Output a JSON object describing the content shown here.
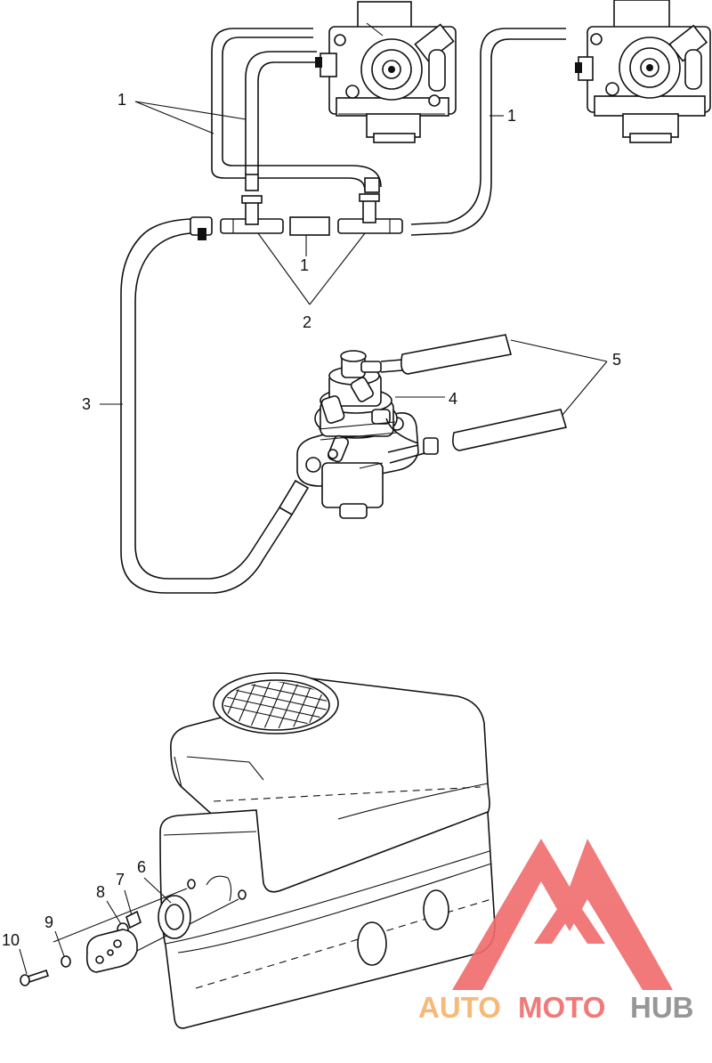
{
  "callouts": {
    "c1a": "1",
    "c1b": "1",
    "c1c": "1",
    "c2": "2",
    "c3": "3",
    "c4": "4",
    "c5": "5",
    "c6": "6",
    "c7": "7",
    "c8": "8",
    "c9": "9",
    "c10": "10"
  },
  "watermark": {
    "word_auto": "AUTO",
    "word_moto": "MOTO",
    "word_hub": "HUB",
    "color_red": "#f06b6b",
    "color_orange": "#f7b26a",
    "color_gray": "#8c8c8c"
  },
  "colors": {
    "line": "#111111",
    "background": "#ffffff"
  }
}
